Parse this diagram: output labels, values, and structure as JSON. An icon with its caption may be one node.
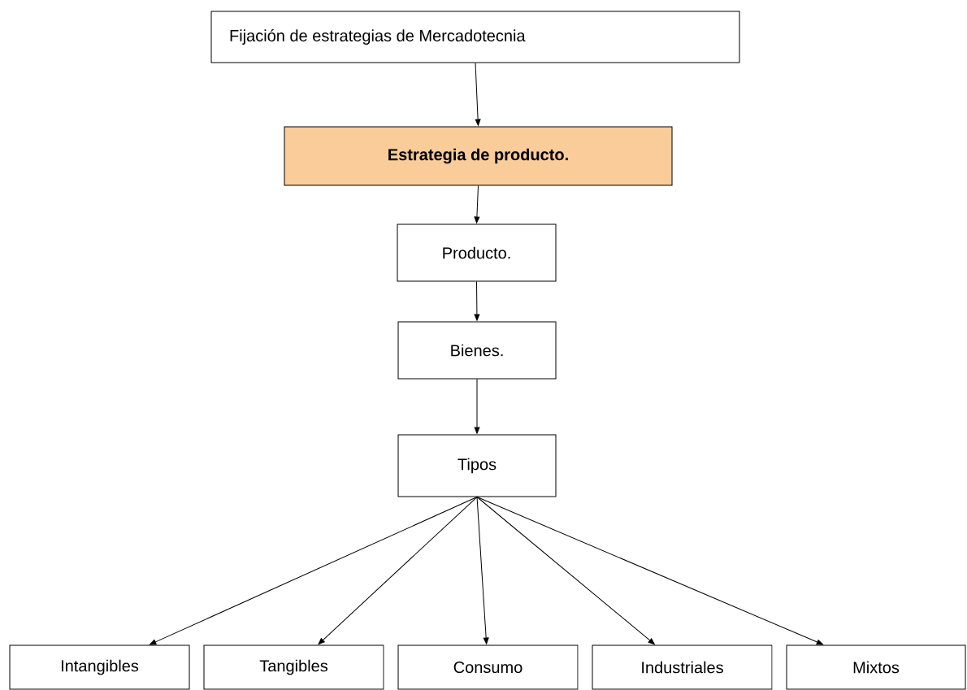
{
  "diagram": {
    "nodes": [
      {
        "text": [
          "Fijación de estrategias de Mercadotecnia"
        ]
      },
      {
        "text": [
          "Estrategia de producto."
        ]
      },
      {
        "text": [
          "Producto."
        ]
      },
      {
        "text": [
          "Bienes."
        ]
      },
      {
        "text": [
          "Tipos"
        ]
      },
      {
        "text": [
          "Intangibles"
        ]
      },
      {
        "text": [
          "Tangibles"
        ]
      },
      {
        "text": [
          "Consumo"
        ]
      },
      {
        "text": [
          "Industriales"
        ]
      },
      {
        "text": [
          "Mixtos"
        ]
      }
    ],
    "edges": [
      {
        "from": 0,
        "to": 1,
        "arrow": "to"
      },
      {
        "from": 1,
        "to": 2,
        "arrow": "to"
      },
      {
        "from": 2,
        "to": 3,
        "arrow": "to"
      },
      {
        "from": 3,
        "to": 4,
        "arrow": "to"
      },
      {
        "from": 4,
        "to": 5,
        "arrow": "to"
      },
      {
        "from": 4,
        "to": 6,
        "arrow": "to"
      },
      {
        "from": 4,
        "to": 7,
        "arrow": "to"
      },
      {
        "from": 4,
        "to": 8,
        "arrow": "to"
      },
      {
        "from": 4,
        "to": 9,
        "arrow": "to"
      }
    ]
  }
}
